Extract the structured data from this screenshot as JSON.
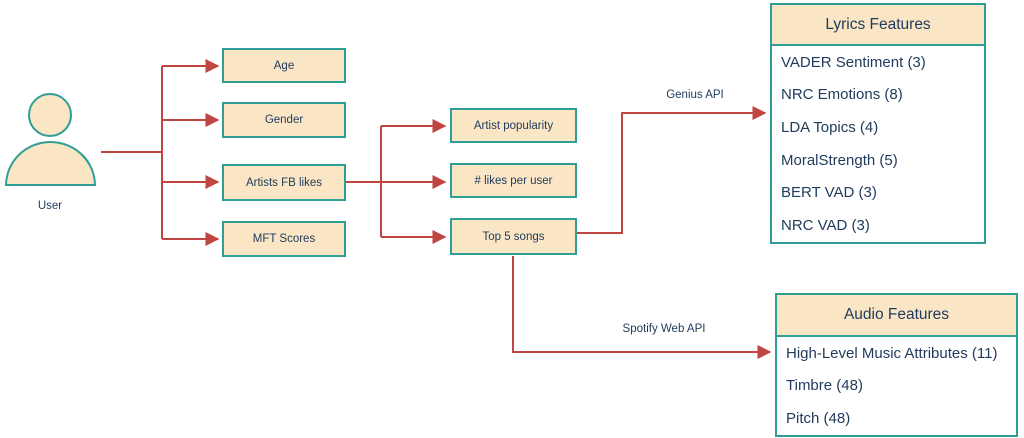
{
  "user": {
    "label": "User"
  },
  "input_boxes": [
    "Age",
    "Gender",
    "Artists FB likes",
    "MFT Scores"
  ],
  "derived_boxes": [
    "Artist popularity",
    "# likes per user",
    "Top 5 songs"
  ],
  "edge_labels": {
    "genius": "Genius API",
    "spotify": "Spotify Web API"
  },
  "lyrics_features": {
    "title": "Lyrics Features",
    "items": [
      "VADER Sentiment (3)",
      "NRC Emotions (8)",
      "LDA Topics (4)",
      "MoralStrength (5)",
      "BERT VAD (3)",
      "NRC VAD (3)"
    ]
  },
  "audio_features": {
    "title": "Audio Features",
    "items": [
      "High-Level Music Attributes (11)",
      "Timbre (48)",
      "Pitch (48)"
    ]
  },
  "colors": {
    "box_fill": "#FAE6C5",
    "box_border": "#2F9E94",
    "arrow": "#C14540",
    "text": "#1F3A5C",
    "background": "#FFFFFF"
  }
}
